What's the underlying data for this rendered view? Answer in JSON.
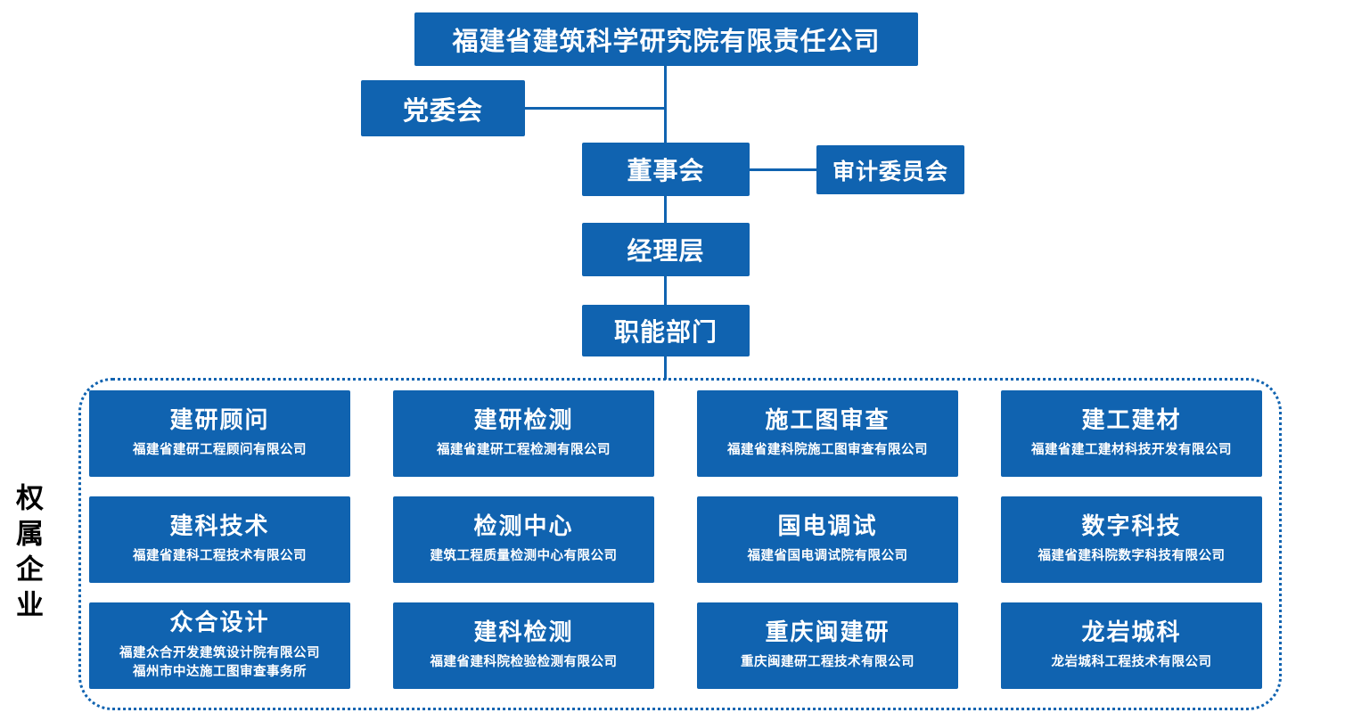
{
  "colors": {
    "box_blue": "#1063b0",
    "line_blue": "#1063b0",
    "label_dark": "#000000"
  },
  "org": {
    "root": "福建省建筑科学研究院有限责任公司",
    "party_committee": "党委会",
    "board": "董事会",
    "audit_committee": "审计委员会",
    "management": "经理层",
    "functional_departments": "职能部门"
  },
  "group": {
    "label": "权属企业"
  },
  "subsidiaries": [
    {
      "title": "建研顾问",
      "subtitle": "福建省建研工程顾问有限公司"
    },
    {
      "title": "建研检测",
      "subtitle": "福建省建研工程检测有限公司"
    },
    {
      "title": "施工图审查",
      "subtitle": "福建省建科院施工图审查有限公司"
    },
    {
      "title": "建工建材",
      "subtitle": "福建省建工建材科技开发有限公司"
    },
    {
      "title": "建科技术",
      "subtitle": "福建省建科工程技术有限公司"
    },
    {
      "title": "检测中心",
      "subtitle": "建筑工程质量检测中心有限公司"
    },
    {
      "title": "国电调试",
      "subtitle": "福建省国电调试院有限公司"
    },
    {
      "title": "数字科技",
      "subtitle": "福建省建科院数字科技有限公司"
    },
    {
      "title": "众合设计",
      "subtitle": "福建众合开发建筑设计院有限公司\n福州市中达施工图审查事务所"
    },
    {
      "title": "建科检测",
      "subtitle": "福建省建科院检验检测有限公司"
    },
    {
      "title": "重庆闽建研",
      "subtitle": "重庆闽建研工程技术有限公司"
    },
    {
      "title": "龙岩城科",
      "subtitle": "龙岩城科工程技术有限公司"
    }
  ]
}
